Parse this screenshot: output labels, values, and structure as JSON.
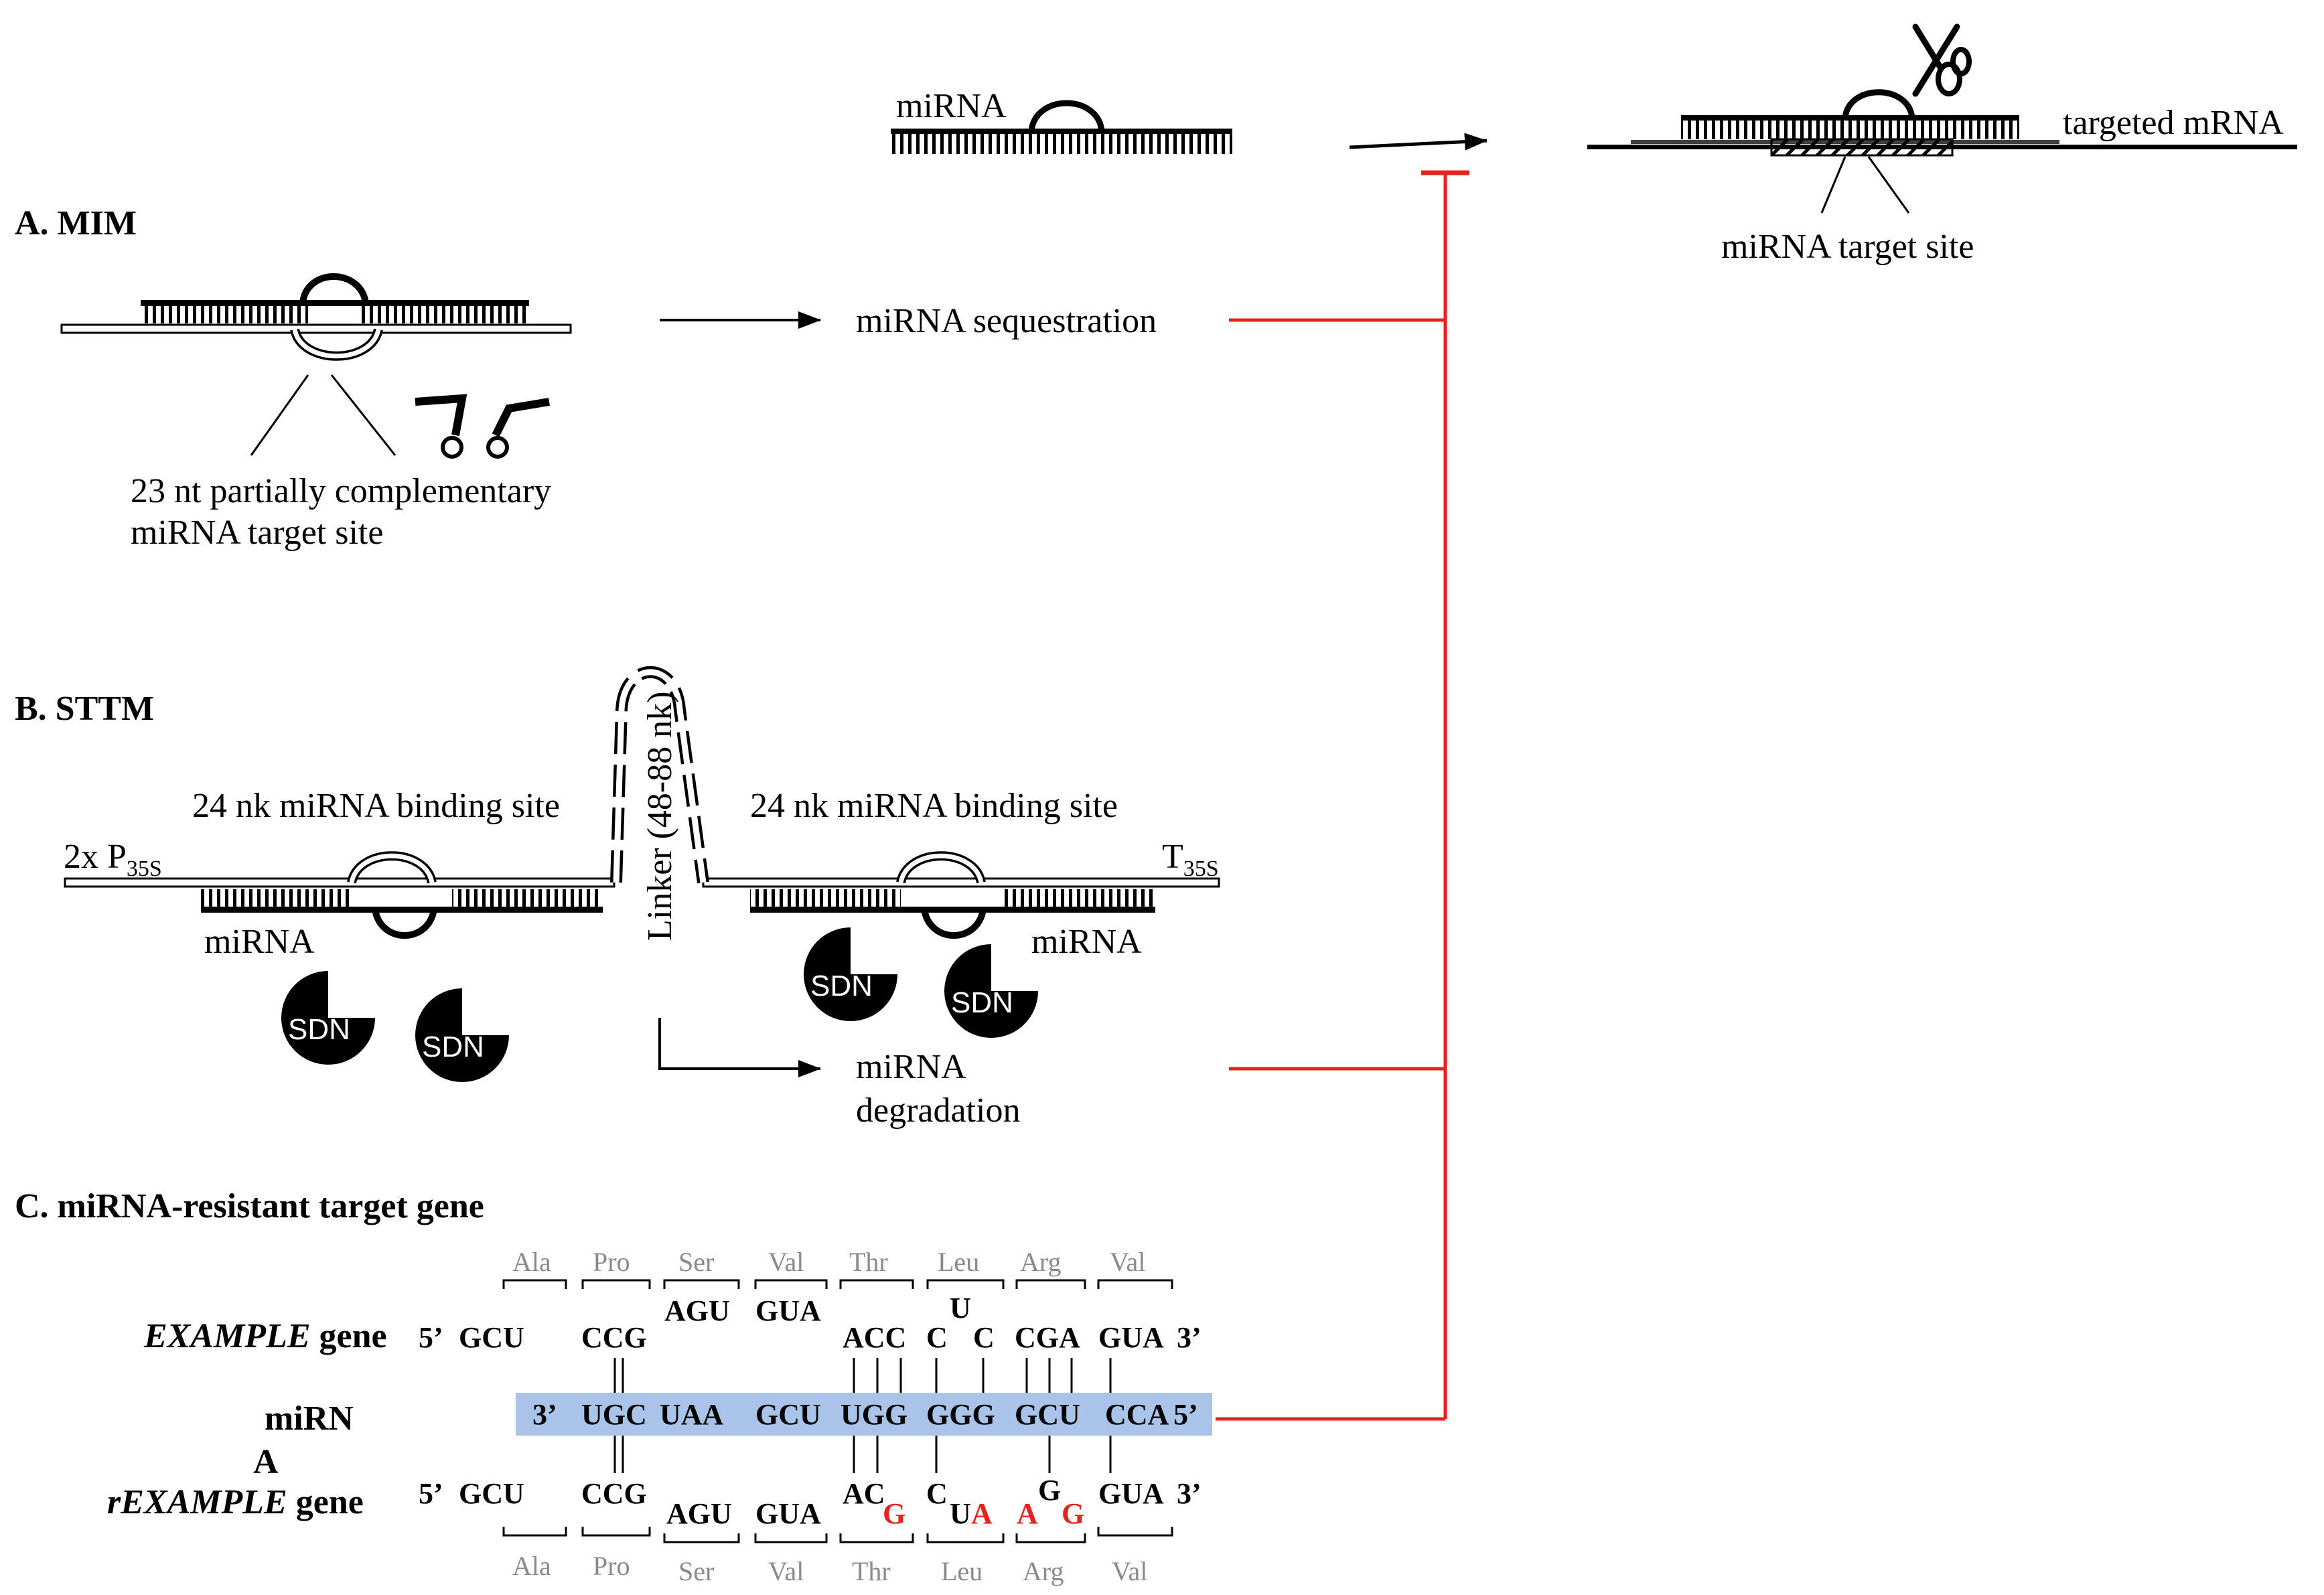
{
  "top": {
    "mirna_label": "miRNA",
    "targeted_mrna_label": "targeted mRNA",
    "target_site_label": "miRNA target site",
    "scissors_icon": "scissors-icon"
  },
  "panel_a": {
    "heading": "A. MIM",
    "outcome": "miRNA sequestration",
    "site_line1": "23 nt partially complementary",
    "site_line2": "miRNA target site"
  },
  "panel_b": {
    "heading": "B. STTM",
    "binding_left": "24 nk miRNA binding site",
    "binding_right": "24 nk miRNA binding site",
    "promoter": "2x P",
    "promoter_sub": "35S",
    "terminator": "T",
    "terminator_sub": "35S",
    "linker": "Linker (48-88 nk)",
    "mirna_left": "miRNA",
    "mirna_right": "miRNA",
    "sdn": "SDN",
    "outcome_line1": "miRNA",
    "outcome_line2": "degradation"
  },
  "panel_c": {
    "heading": "C.  miRNA-resistant target gene",
    "example_gene_italic": "EXAMPLE",
    "example_gene_rest": " gene",
    "mirna_row_label_1": "miRN",
    "mirna_row_label_2": "A",
    "rexample_gene_italic": "rEXAMPLE",
    "rexample_gene_rest": " gene",
    "five_prime": "5’",
    "three_prime": "3’",
    "top_amino_acids": [
      "Ala",
      "Pro",
      "Ser",
      "Val",
      "Thr",
      "Leu",
      "Arg",
      "Val"
    ],
    "bottom_amino_acids": [
      "Ala",
      "Pro",
      "Ser",
      "Val",
      "Thr",
      "Leu",
      "Arg",
      "Val"
    ],
    "example_codons": [
      "GCU",
      "CCG",
      "AGU",
      "GUA",
      "ACC",
      "C",
      "U",
      "C",
      "CGA",
      "GUA"
    ],
    "mirna_codons": [
      "3’",
      "UGC",
      "UAA",
      "GCU",
      "UGG",
      "GGG",
      "GCU",
      "CCA",
      "5’"
    ],
    "rexample_codons": [
      "GCU",
      "CCG",
      "AGU",
      "GUA",
      "AC",
      "G",
      "C",
      "U",
      "A",
      "A",
      "G",
      "G",
      "GUA"
    ],
    "mirna_highlight_color": "#a9c4e8",
    "mutation_color": "#e5231c"
  },
  "colors": {
    "inhibition": "#e5231c",
    "ink": "#000000"
  }
}
